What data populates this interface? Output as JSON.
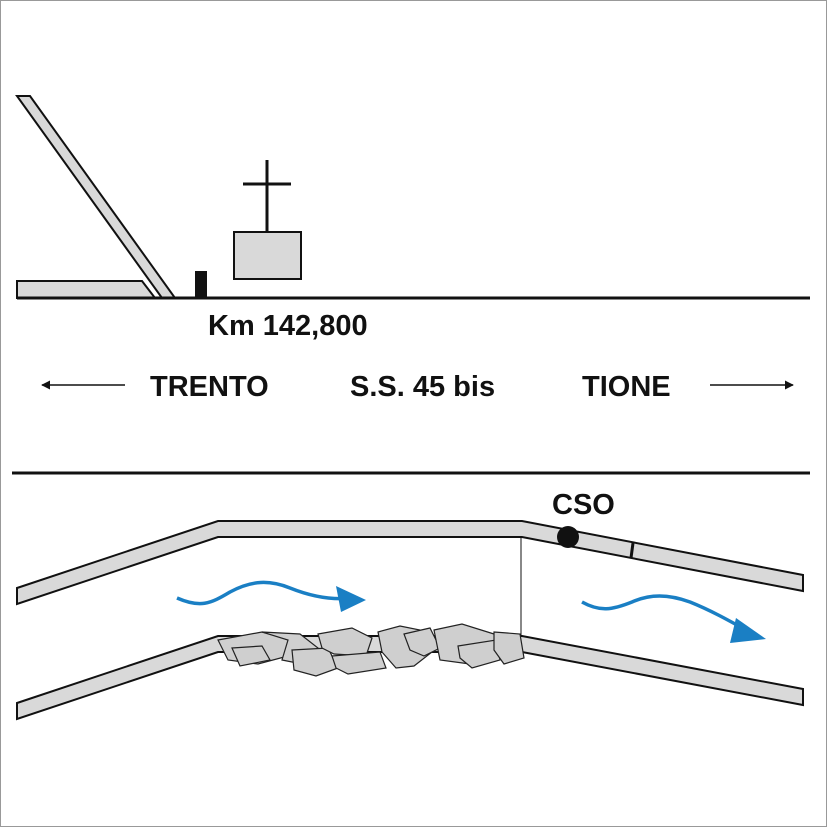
{
  "labels": {
    "km": "Km 142,800",
    "left_town": "TRENTO",
    "road": "S.S. 45 bis",
    "right_town": "TIONE",
    "point": "CSO"
  },
  "icons": {
    "cross": "cross-icon",
    "left_arrow": "arrow-left-icon",
    "right_arrow": "arrow-right-icon",
    "flow_arrow": "flow-arrow-icon",
    "cso_marker": "cso-point-icon"
  },
  "colors": {
    "line": "#111111",
    "road_fill": "#d9d9d9",
    "flow": "#1a7fc4",
    "blockage": "#cfcfcf"
  }
}
